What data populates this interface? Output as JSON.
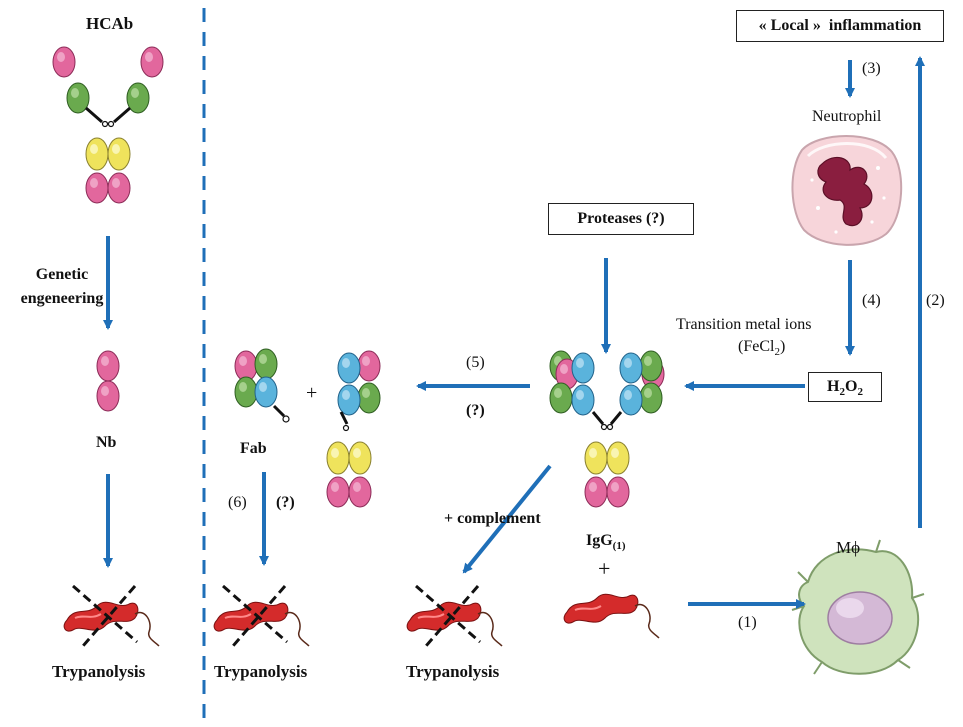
{
  "left_panel": {
    "hcab_label": "HCAb",
    "genetic_label_line1": "Genetic",
    "genetic_label_line2": "engeneering",
    "nb_label": "Nb",
    "trypanolysis_label": "Trypanolysis"
  },
  "boxes": {
    "local_open": "« Local »",
    "local_rest": "inflammation",
    "proteases": "Proteases (?)",
    "h2o2_main": "H",
    "h2o2_sub1": "2",
    "h2o2_mid": "O",
    "h2o2_sub2": "2"
  },
  "labels": {
    "neutrophil": "Neutrophil",
    "step3": "(3)",
    "step4": "(4)",
    "step2": "(2)",
    "step5": "(5)",
    "step5_q": "(?)",
    "step6": "(6)",
    "step6_q": "(?)",
    "step1": "(1)",
    "transition_line1": "Transition metal ions",
    "transition_line2_pre": "(FeCl",
    "transition_line2_sub": "2",
    "transition_line2_post": ")",
    "plus_fab": "+",
    "fab": "Fab",
    "plus_complement": "+ complement",
    "igg_main": "IgG",
    "igg_sub": "(1)",
    "plus_igg": "+",
    "macrophage": "Mϕ",
    "trypanolysis_fab": "Trypanolysis",
    "trypanolysis_complement": "Trypanolysis"
  },
  "colors": {
    "arrow": "#1f6fb8",
    "pink": "#e2679d",
    "green": "#6aaa4e",
    "yellow": "#efe35c",
    "blue": "#5ab3dc",
    "trypanosome": "#d42b2b",
    "neutrophil_cell": "#f7d5da",
    "neutrophil_nucleus": "#8a1e3f",
    "macrophage_cell": "#cfe3bd",
    "macrophage_nucleus": "#d4b9d6"
  }
}
